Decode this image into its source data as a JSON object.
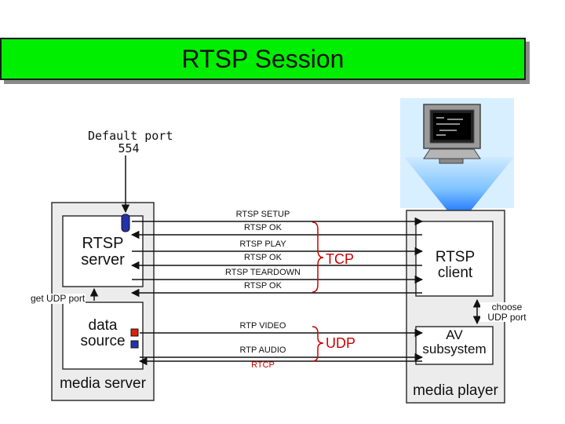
{
  "title": "RTSP Session",
  "port_note": [
    "Default port",
    "554"
  ],
  "server": {
    "rtsp_label": [
      "RTSP",
      "server"
    ],
    "data_label": [
      "data",
      "source"
    ],
    "box_label": "media server",
    "udp_note": "get UDP port"
  },
  "client": {
    "rtsp_label": [
      "RTSP",
      "client"
    ],
    "av_label": [
      "AV",
      "subsystem"
    ],
    "box_label": "media player",
    "udp_note": [
      "choose",
      "UDP port"
    ]
  },
  "tcp_messages": [
    "RTSP SETUP",
    "RTSP OK",
    "RTSP PLAY",
    "RTSP OK",
    "RTSP TEARDOWN",
    "RTSP OK"
  ],
  "tcp_label": "TCP",
  "udp_messages": [
    "RTP VIDEO",
    "RTP AUDIO"
  ],
  "rtcp_label": "RTCP",
  "udp_label": "UDP",
  "colors": {
    "title_fill": "#00ee00",
    "red_label": "#cc0000",
    "port_blue": "#2233aa",
    "port_red": "#dd2200",
    "box_gray": "#ececec",
    "beam_blue": "#3399ff"
  }
}
